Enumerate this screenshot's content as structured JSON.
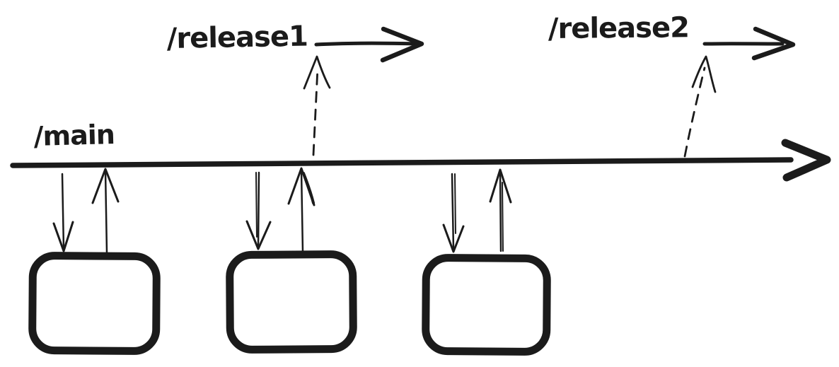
{
  "labels": {
    "main": "/main",
    "release1": "/release1",
    "release2": "/release2"
  },
  "colors": {
    "ink": "#1b1b1b",
    "background": "#ffffff"
  }
}
